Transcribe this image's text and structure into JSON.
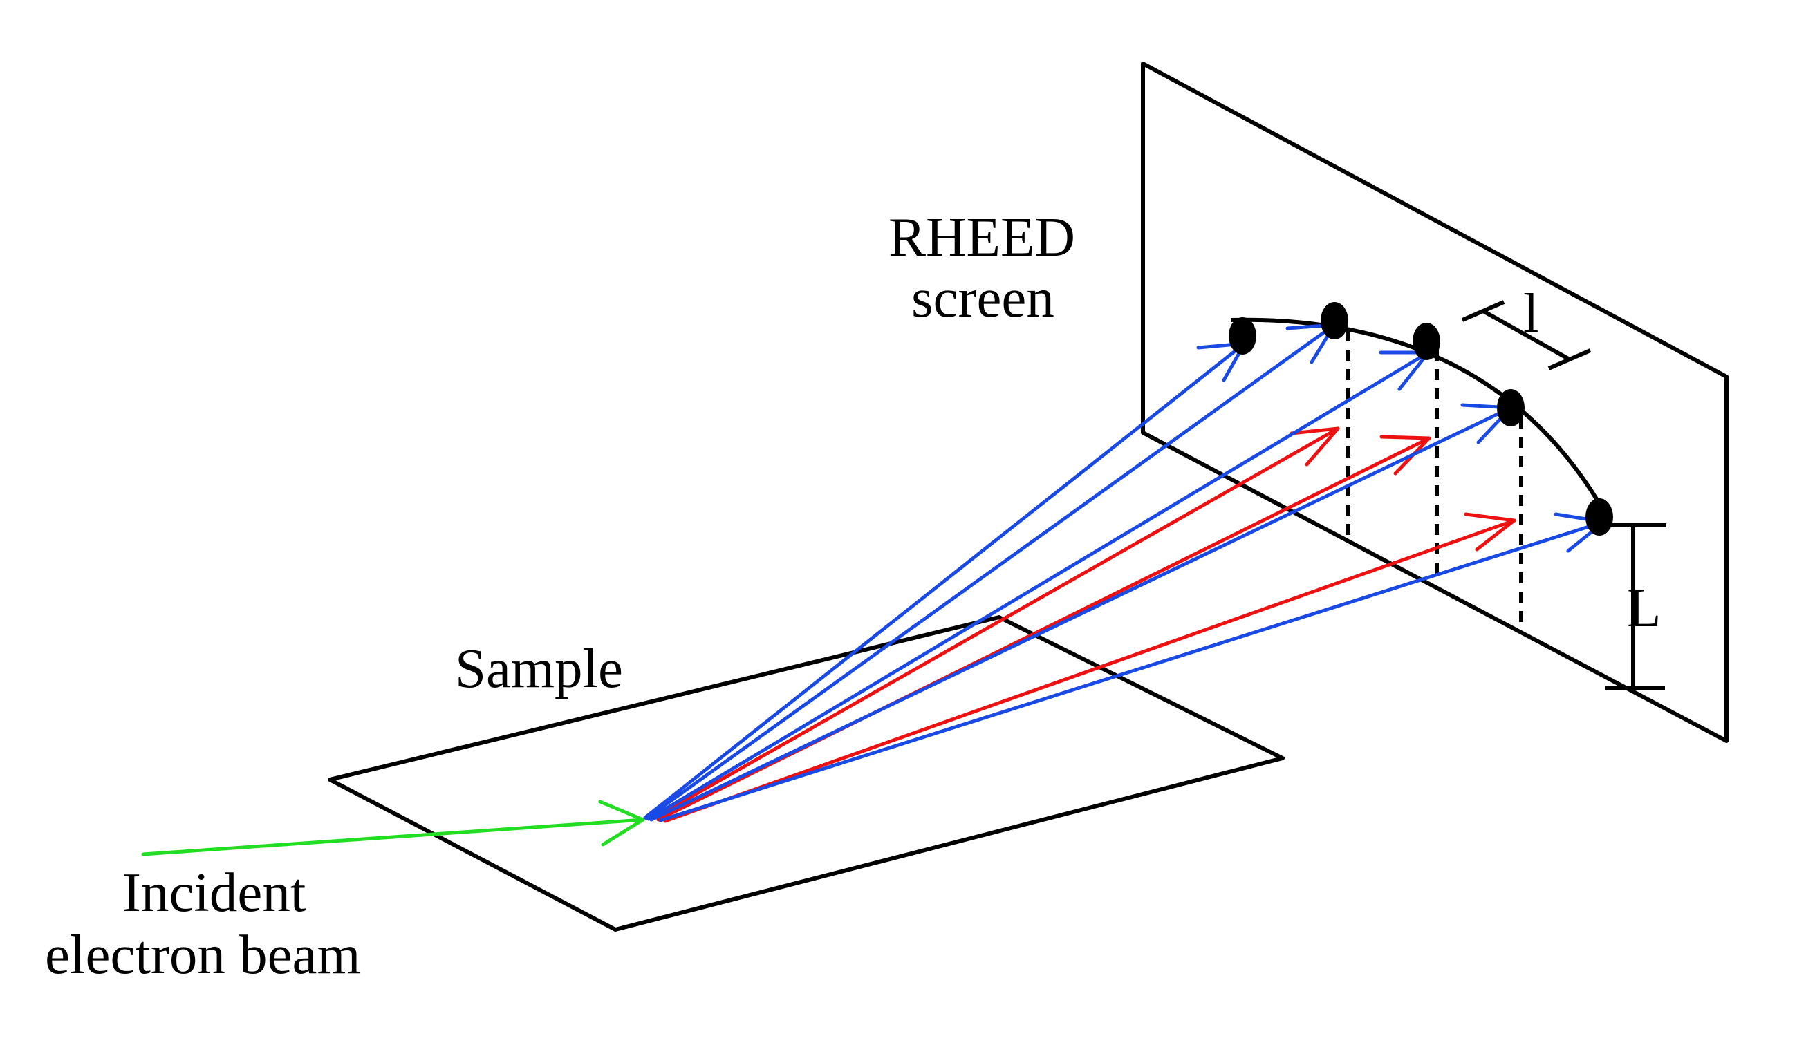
{
  "labels": {
    "screen_line1": "RHEED",
    "screen_line2": "screen",
    "sample": "Sample",
    "beam_line1": "Incident",
    "beam_line2": "electron beam",
    "spot_spacing": "l",
    "height": "L"
  },
  "colors": {
    "outline": "#000000",
    "incident_beam": "#22dd22",
    "blue_rays": "#1a4ae6",
    "red_rays": "#ee1111",
    "spots": "#000000"
  },
  "counts": {
    "blue_rays": 5,
    "red_rays": 3,
    "diffraction_spots": 5
  }
}
